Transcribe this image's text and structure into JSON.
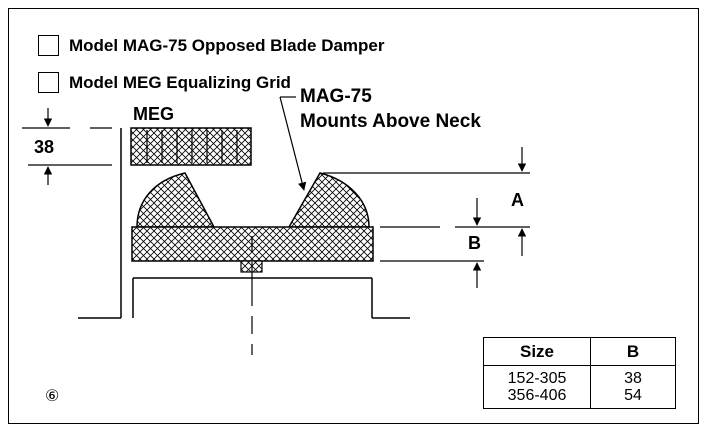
{
  "options": [
    {
      "label": "Model MAG-75 Opposed Blade Damper"
    },
    {
      "label": "Model MEG Equalizing Grid"
    }
  ],
  "diagram": {
    "meg_label": "MEG",
    "dim_38": "38",
    "mag_label_line1": "MAG-75",
    "mag_label_line2": "Mounts Above Neck",
    "dim_a": "A",
    "dim_b": "B",
    "note_symbol": "⑥"
  },
  "table": {
    "headers": [
      "Size",
      "B"
    ],
    "rows": [
      {
        "size": "152-305",
        "b": "38"
      },
      {
        "size": "356-406",
        "b": "54"
      }
    ]
  },
  "colors": {
    "line": "#000000",
    "background": "#ffffff"
  }
}
